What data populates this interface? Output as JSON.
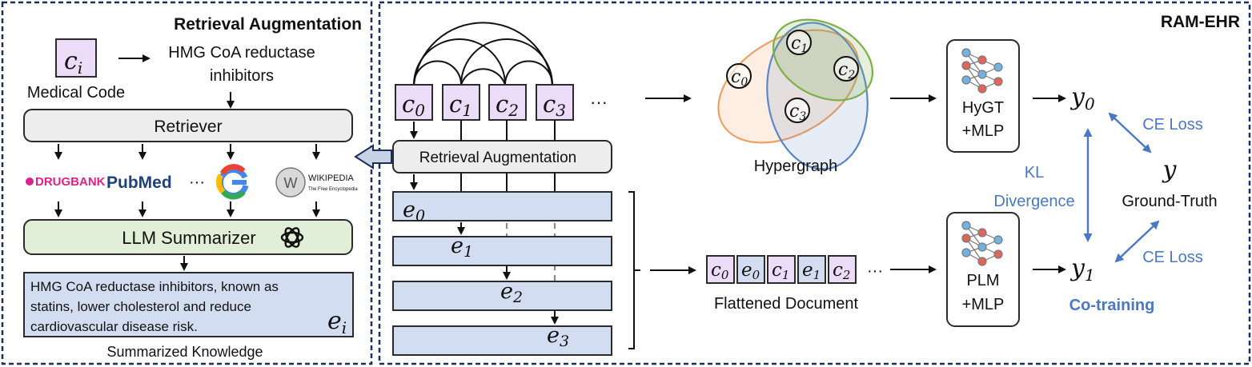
{
  "left_panel": {
    "title": "Retrieval Augmentation",
    "code_symbol": "c",
    "code_sub": "i",
    "code_caption": "Medical Code",
    "code_name_line1": "HMG CoA reductase",
    "code_name_line2": "inhibitors",
    "retriever": "Retriever",
    "sources": {
      "drugbank": "DRUGBANK",
      "pubmed": "PubMed",
      "ellipsis": "···",
      "wikipedia": "WIKIPEDIA",
      "wikipedia_sub": "The Free Encyclopedia"
    },
    "summarizer": "LLM Summarizer",
    "knowledge_line1": "HMG CoA reductase inhibitors, known as",
    "knowledge_line2": "statins, lower cholesterol and reduce",
    "knowledge_line3": "cardiovascular disease risk.",
    "knowledge_symbol": "e",
    "knowledge_sub": "i",
    "knowledge_caption": "Summarized Knowledge"
  },
  "right_panel": {
    "title": "RAM-EHR",
    "codes": [
      {
        "sym": "c",
        "sub": "0"
      },
      {
        "sym": "c",
        "sub": "1"
      },
      {
        "sym": "c",
        "sub": "2"
      },
      {
        "sym": "c",
        "sub": "3"
      }
    ],
    "codes_ellipsis": "···",
    "retrieval_box": "Retrieval Augmentation",
    "knowledge": [
      {
        "sym": "e",
        "sub": "0"
      },
      {
        "sym": "e",
        "sub": "1"
      },
      {
        "sym": "e",
        "sub": "2"
      },
      {
        "sym": "e",
        "sub": "3"
      }
    ],
    "hypergraph_nodes": [
      {
        "sym": "c",
        "sub": "1"
      },
      {
        "sym": "c",
        "sub": "0"
      },
      {
        "sym": "c",
        "sub": "2"
      },
      {
        "sym": "c",
        "sub": "3"
      }
    ],
    "hypergraph_label": "Hypergraph",
    "flattened_tokens": [
      {
        "sym": "c",
        "sub": "0"
      },
      {
        "sym": "e",
        "sub": "0"
      },
      {
        "sym": "c",
        "sub": "1"
      },
      {
        "sym": "e",
        "sub": "1"
      },
      {
        "sym": "c",
        "sub": "2"
      }
    ],
    "flattened_ellipsis": "···",
    "flattened_label": "Flattened Document",
    "hygt_line1": "HyGT",
    "hygt_line2": "+MLP",
    "plm_line1": "PLM",
    "plm_line2": "+MLP",
    "y0_sym": "y",
    "y0_sub": "0",
    "y1_sym": "y",
    "y1_sub": "1",
    "y_sym": "y",
    "ground_truth": "Ground-Truth",
    "ce_loss_top": "CE  Loss",
    "ce_loss_bottom": "CE  Loss",
    "kl_line1": "KL",
    "kl_line2": "Divergence",
    "cotraining": "Co-training"
  },
  "colors": {
    "code_fill": "#ecdcf7",
    "knowledge_fill": "#d3ddf1",
    "retriever_fill": "#ededed",
    "summarizer_fill": "#e2efd8",
    "edge_orange": "#f0a060",
    "edge_green": "#7cb04a",
    "edge_blue": "#5b87c8",
    "text_blue": "#4a78c2"
  }
}
